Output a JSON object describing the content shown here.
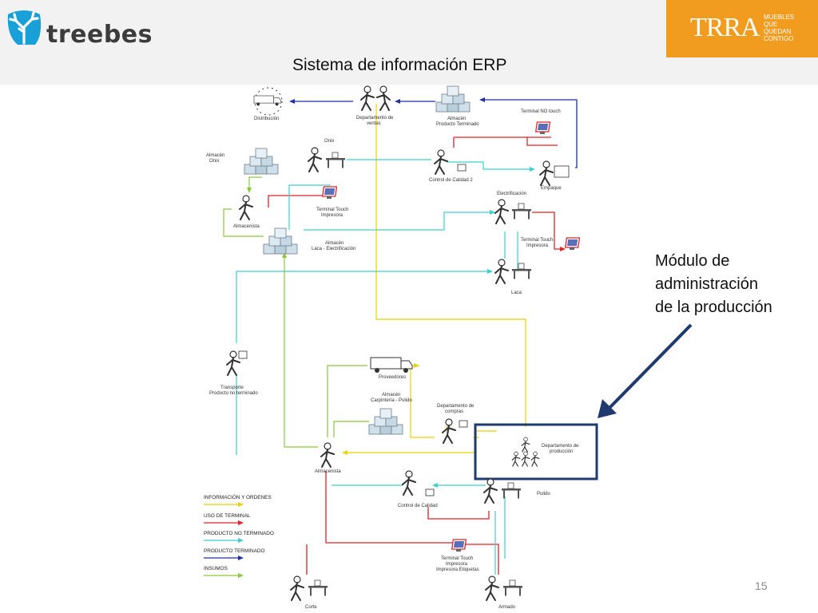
{
  "header": {
    "brand_left": "treebes",
    "brand_right": "TRRA",
    "brand_right_tagline": [
      "MUEBLES",
      "QUE",
      "QUEDAN",
      "CONTIGO"
    ],
    "title": "Sistema de información ERP"
  },
  "callout": {
    "lines": [
      "Módulo de",
      "administración",
      "de la producción"
    ]
  },
  "page_number": "15",
  "colors": {
    "informacion_y_ordenes": "#e8d200",
    "uso_de_terminal": "#e0232a",
    "producto_no_terminado": "#3ccfd0",
    "producto_terminado": "#1f2fa8",
    "insumos": "#8dc63f",
    "highlight": "#1f3a6e",
    "brand_orange": "#f29c1f",
    "brand_blue": "#1aa0d8"
  },
  "diagram": {
    "nodes": {
      "distribucion": "Distribución",
      "dept_ventas": [
        "Departamento de",
        "ventas"
      ],
      "almacen_pt": [
        "Almacén",
        "Producto Terminado"
      ],
      "terminal_no_touch": "Terminal NO touch",
      "almacen_onix": [
        "Almacén",
        "Onix"
      ],
      "onix": "Onix",
      "control_calidad_2": "Control de Calidad 2",
      "empaque": "Empaque",
      "terminal_touch_1": [
        "Terminal Touch",
        "Impresora"
      ],
      "almacenista_1": "Almacenista",
      "electrificacion": "Electrificación",
      "almacen_laca": [
        "Almacén",
        "Laca - Electrificación"
      ],
      "terminal_touch_2": [
        "Terminal Touch",
        "Impresora"
      ],
      "laca": "Laca",
      "transporte": [
        "Transporte",
        "Producto no terminado"
      ],
      "proveedores": "Proveedores",
      "almacen_carpinteria": [
        "Almacén",
        "Carpintería - Pulido"
      ],
      "dept_compras": [
        "Departamento de",
        "compras"
      ],
      "dept_produccion": [
        "Departamento de",
        "producción"
      ],
      "almacenista_2": "Almacenista",
      "control_calidad": "Control de Calidad",
      "pulido": "Pulido",
      "terminal_touch_3": [
        "Terminal Touch",
        "Impresora",
        "Impresora Etiquetas"
      ],
      "corte": "Corte",
      "armado": "Armado"
    },
    "legend": [
      {
        "label": "INFORMACIÓN Y ORDENES",
        "color": "#e8d200"
      },
      {
        "label": "USO DE TERMINAL",
        "color": "#e0232a"
      },
      {
        "label": "PRODUCTO NO TERMINADO",
        "color": "#3ccfd0"
      },
      {
        "label": "PRODUCTO TERMINADO",
        "color": "#1f2fa8"
      },
      {
        "label": "INSUMOS",
        "color": "#8dc63f"
      }
    ]
  }
}
